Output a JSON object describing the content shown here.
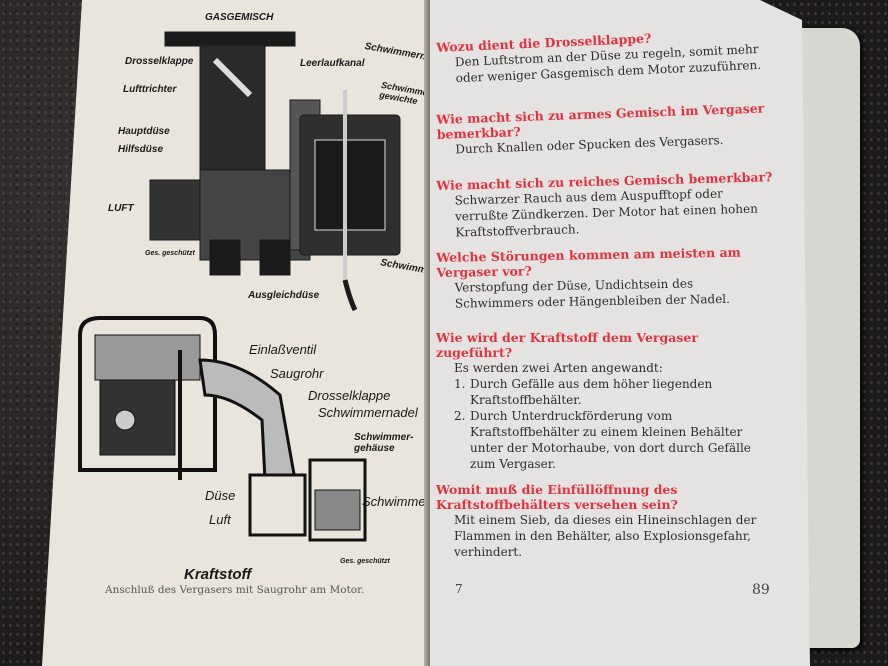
{
  "left_page": {
    "figure1_labels": {
      "gasgemisch": "GASGEMISCH",
      "drosselklappe": "Drosselklappe",
      "lufttrichter": "Lufttrichter",
      "hauptduese": "Hauptdüse",
      "hilfsduese": "Hilfsdüse",
      "luft": "LUFT",
      "geschuetzt": "Ges. geschützt",
      "leerlaufkanal": "Leerlaufkanal",
      "schwimmernadel": "Schwimmernadel",
      "schwimmergewichte": "Schwimmer-gewichte",
      "schwimmer": "Schwimmer",
      "ausgleichduese": "Ausgleichdüse"
    },
    "figure2_labels": {
      "einlassventil": "Einlaßventil",
      "saugrohr": "Saugrohr",
      "drosselklappe": "Drosselklappe",
      "schwimmernadel": "Schwimmernadel",
      "schwimmergehaeuse": "Schwimmer-gehäuse",
      "duese": "Düse",
      "schwimmer": "Schwimmer",
      "luft": "Luft",
      "kraftstoff": "Kraftstoff",
      "geschuetzt": "Ges. geschützt"
    },
    "caption": "Anschluß des Vergasers mit Saugrohr am Motor."
  },
  "right_page": {
    "sections": [
      {
        "question": "Wozu dient die Drosselklappe?",
        "answer": "Den Luftstrom an der Düse zu regeln, somit mehr oder weniger Gasgemisch dem Motor zuzuführen."
      },
      {
        "question": "Wie macht sich zu armes Gemisch im Vergaser bemerkbar?",
        "answer": "Durch Knallen oder Spucken des Vergasers."
      },
      {
        "question": "Wie macht sich zu reiches Gemisch bemerkbar?",
        "answer": "Schwarzer Rauch aus dem Auspufftopf oder verrußte Zündkerzen. Der Motor hat einen hohen Kraftstoffverbrauch."
      },
      {
        "question": "Welche Störungen kommen am meisten am Vergaser vor?",
        "answer": "Verstopfung der Düse, Undichtsein des Schwimmers oder Hängenbleiben der Nadel."
      },
      {
        "question": "Wie wird der Kraftstoff dem Vergaser zugeführt?",
        "answer": "Es werden zwei Arten angewandt:",
        "list": [
          {
            "num": "1.",
            "text": "Durch Gefälle aus dem höher liegenden Kraftstoffbehälter."
          },
          {
            "num": "2.",
            "text": "Durch Unterdruckförderung vom Kraftstoffbehälter zu einem kleinen Behälter unter der Motorhaube, von dort durch Gefälle zum Vergaser."
          }
        ]
      },
      {
        "question": "Womit muß die Einfüllöffnung des Kraftstoffbehälters versehen sein?",
        "answer": "Mit einem Sieb, da dieses ein Hineinschlagen der Flammen in den Behälter, also Explosionsgefahr, verhindert."
      }
    ],
    "signature_mark": "7",
    "page_number": "89"
  },
  "colors": {
    "question": "#e3323f",
    "text": "#2d2d2d",
    "paper": "#e6e3de"
  }
}
